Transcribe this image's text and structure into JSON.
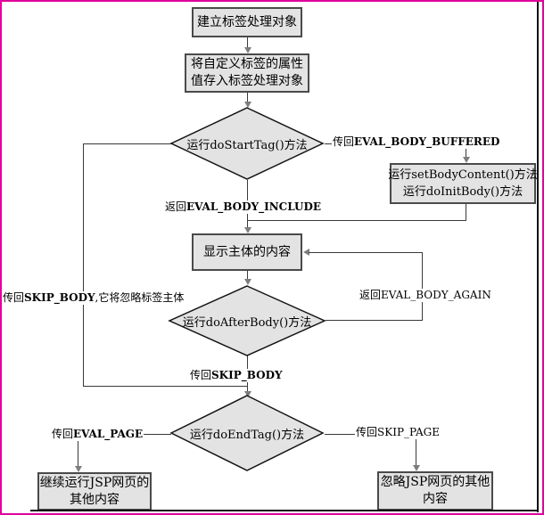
{
  "nodes": {
    "create_handler": "建立标签处理对象",
    "store_attrs_line1": "将自定义标签的属性",
    "store_attrs_line2": "值存入标签处理对象",
    "do_start_tag": "运行doStartTag()方法",
    "set_body_content_line1": "运行setBodyContent()方法",
    "set_body_content_line2": "运行doInitBody()方法",
    "show_body": "显示主体的内容",
    "do_after_body": "运行doAfterBody()方法",
    "do_end_tag": "运行doEndTag()方法",
    "continue_jsp_line1": "继续运行JSP网页的",
    "continue_jsp_line2": "其他内容",
    "skip_jsp_line1": "忽略JSP网页的其他",
    "skip_jsp_line2": "内容"
  },
  "edge_labels": {
    "eval_body_buffered_prefix": "传回",
    "eval_body_buffered_const": "EVAL_BODY_BUFFERED",
    "eval_body_include_prefix": "返回",
    "eval_body_include_const": "EVAL_BODY_INCLUDE",
    "skip_body_long_prefix": "传回",
    "skip_body_long_const": "SKIP_BODY",
    "skip_body_long_suffix": ",它将忽略标签主体",
    "eval_body_again_prefix": "返回",
    "eval_body_again_const": "EVAL_BODY_AGAIN",
    "skip_body_prefix": "传回",
    "skip_body_const": "SKIP_BODY",
    "eval_page_prefix": "传回",
    "eval_page_const": "EVAL_PAGE",
    "skip_page_prefix": "传回",
    "skip_page_const": "SKIP_PAGE"
  },
  "colors": {
    "frame_magenta": "#e0009a",
    "node_fill": "#e3e3e3",
    "node_border": "#4a4a4a",
    "line": "#3a3a3a",
    "arrowhead": "#7d7d7d"
  }
}
